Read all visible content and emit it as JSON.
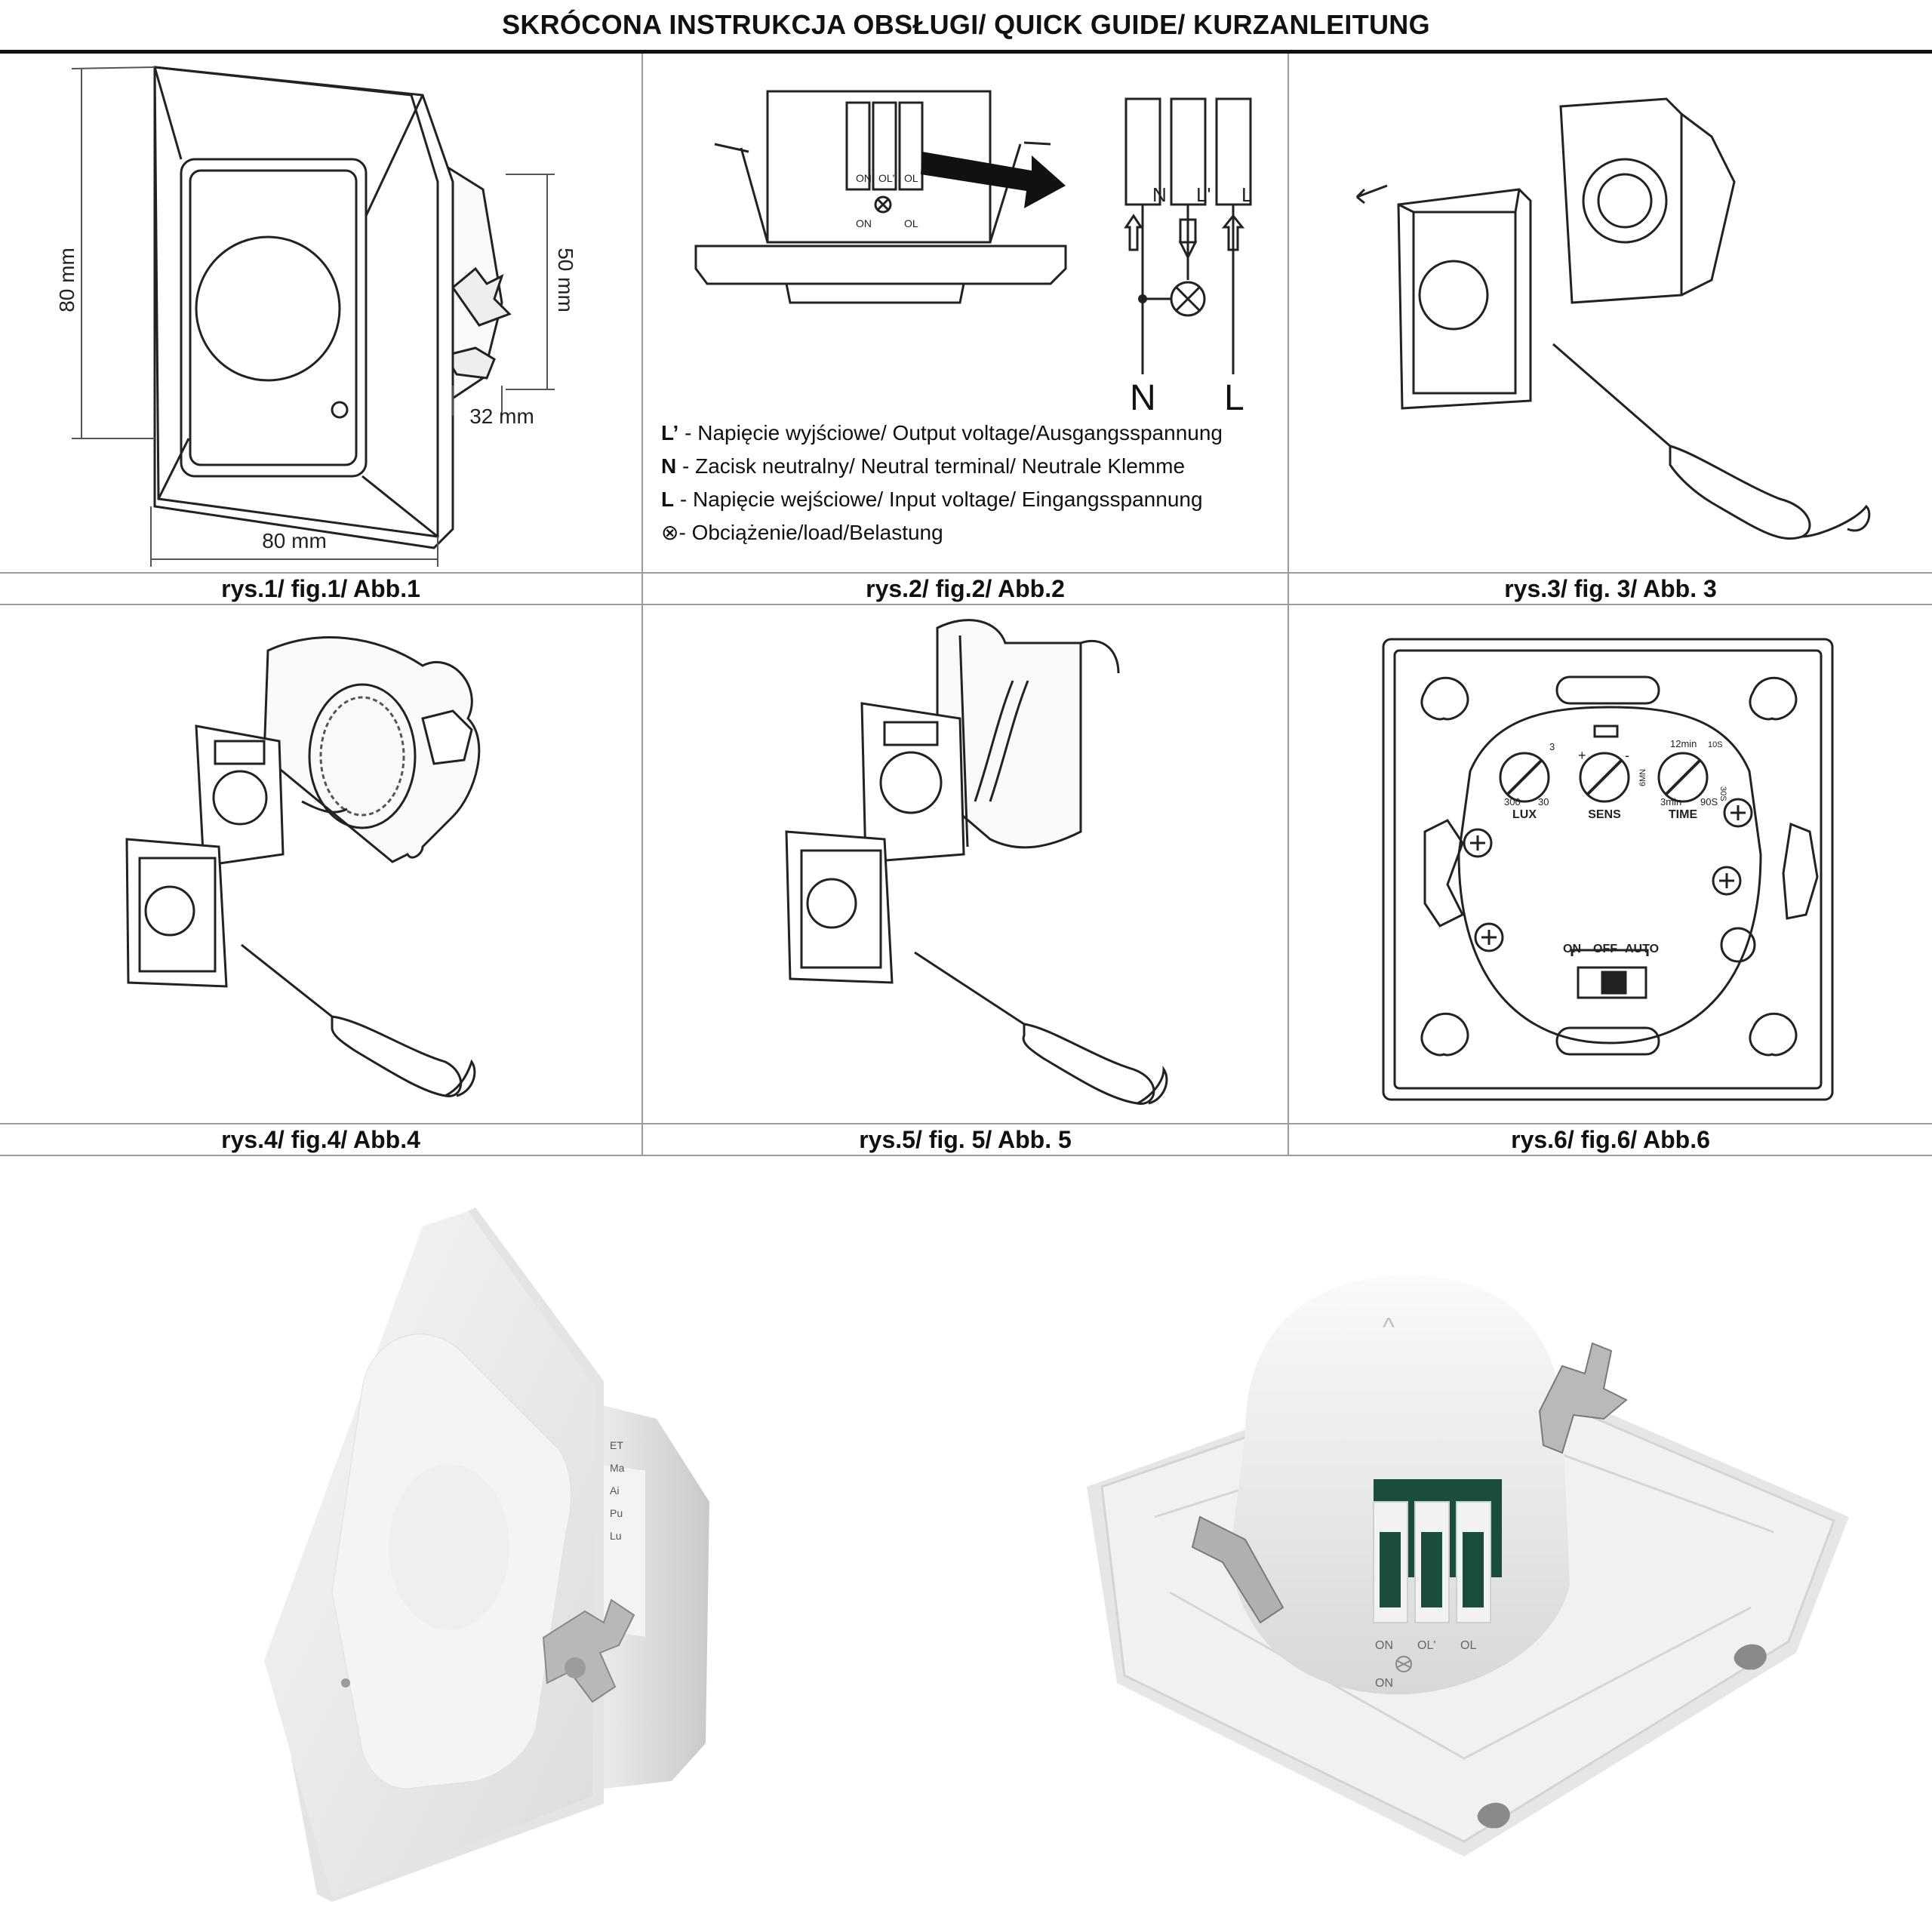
{
  "header": {
    "title": "SKRÓCONA INSTRUKCJA OBSŁUGI/ QUICK GUIDE/ KURZANLEITUNG"
  },
  "fig1": {
    "caption": "rys.1/ fig.1/ Abb.1",
    "dim_height": "80 mm",
    "dim_width": "80 mm",
    "dim_box": "50 mm",
    "dim_depth": "32 mm"
  },
  "fig2": {
    "caption": "rys.2/ fig.2/ Abb.2",
    "terminal_labels": {
      "n": "N",
      "l_out": "L'",
      "l": "L"
    },
    "bottom_labels": {
      "n": "N",
      "l": "L"
    },
    "device_marks": {
      "on_top": "ON",
      "ol_prime": "OL'",
      "ol": "OL",
      "on_bottom": "ON",
      "ol_bottom": "OL"
    },
    "legend": [
      {
        "key": "L’",
        "text": " - Napięcie wyjściowe/ Output voltage/Ausgangsspannung"
      },
      {
        "key": "N",
        "text": " - Zacisk neutralny/ Neutral terminal/ Neutrale Klemme"
      },
      {
        "key": "L",
        "text": " - Napięcie wejściowe/ Input voltage/ Eingangsspannung"
      },
      {
        "key": "⊗",
        "text": "- Obciążenie/load/Belastung"
      }
    ]
  },
  "fig3": {
    "caption": "rys.3/ fig. 3/ Abb. 3"
  },
  "fig4": {
    "caption": "rys.4/ fig.4/ Abb.4"
  },
  "fig5": {
    "caption": "rys.5/ fig. 5/ Abb. 5"
  },
  "fig6": {
    "caption": "rys.6/ fig.6/ Abb.6",
    "knobs": [
      {
        "label": "LUX",
        "left_mark": "300",
        "right_mark": "30",
        "top_mark": "3"
      },
      {
        "label": "SENS",
        "left_mark": "+",
        "right_mark": "-",
        "top_mark": ""
      },
      {
        "label": "TIME",
        "left_mark": "3min",
        "right_mark": "90S",
        "top_mark": "12min"
      }
    ],
    "time_side_marks": {
      "left": "6MN",
      "right": "30S",
      "top_right": "10S"
    },
    "switch_labels": {
      "on": "ON",
      "off": "OFF",
      "auto": "AUTO"
    }
  },
  "photo_left": {
    "label_lines": [
      "ET",
      "Ma",
      "Ai",
      "Pu",
      "Lu"
    ]
  },
  "photo_right": {
    "arrow_hint": "^",
    "marks": {
      "on": "ON",
      "ol_prime": "OL'",
      "ol": "OL",
      "on_bottom": "ON"
    }
  }
}
